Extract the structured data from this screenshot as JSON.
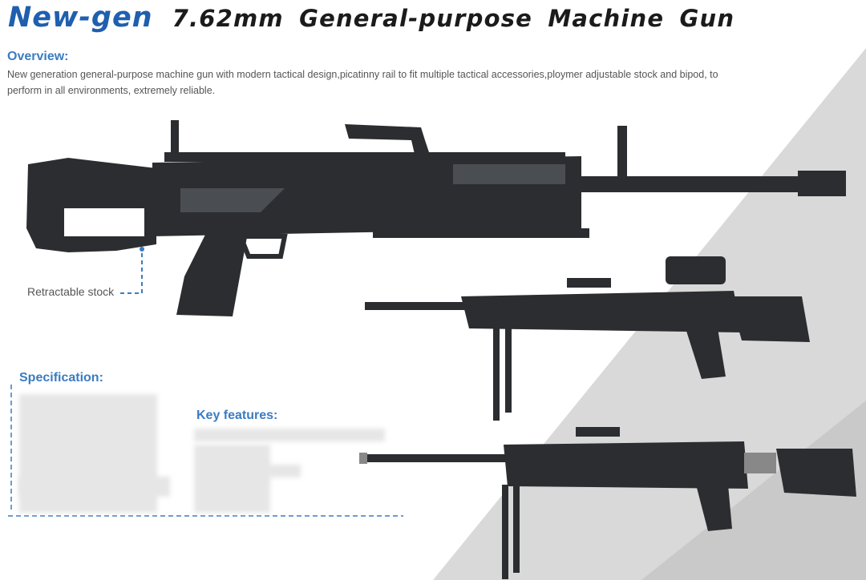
{
  "header": {
    "brand": "New-gen",
    "title": "7.62mm General-purpose Machine Gun"
  },
  "overview": {
    "heading": "Overview:",
    "text": "New generation general-purpose machine gun with modern tactical design,picatinny rail to fit multiple tactical accessories,ploymer adjustable stock and bipod, to perform in all environments, extremely reliable."
  },
  "callout": {
    "label": "Retractable stock"
  },
  "specification": {
    "heading": "Specification:"
  },
  "key_features": {
    "heading": "Key features:"
  },
  "colors": {
    "brand_blue": "#1f5fae",
    "heading_blue": "#3a7cc2",
    "title_dark": "#1b1b1b",
    "body_gray": "#555555",
    "wedge_gray": "#d9d9d9",
    "gun_dark": "#2b2d30"
  }
}
